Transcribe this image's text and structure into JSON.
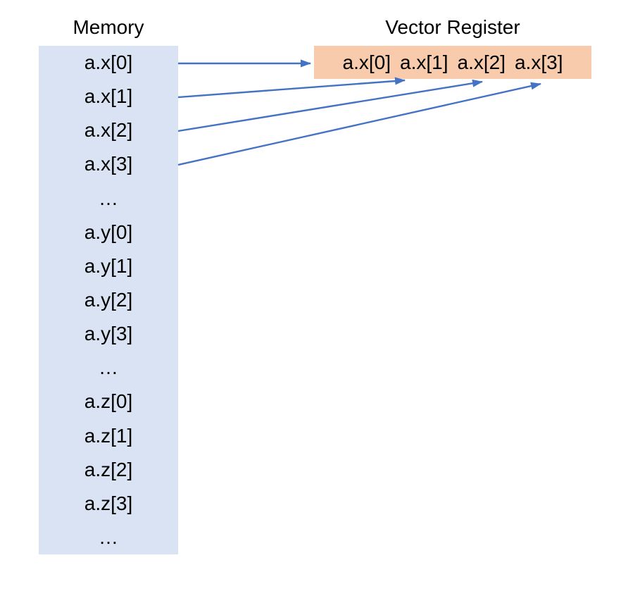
{
  "memory": {
    "title": "Memory",
    "cells": [
      "a.x[0]",
      "a.x[1]",
      "a.x[2]",
      "a.x[3]",
      "…",
      "a.y[0]",
      "a.y[1]",
      "a.y[2]",
      "a.y[3]",
      "…",
      "a.z[0]",
      "a.z[1]",
      "a.z[2]",
      "a.z[3]",
      "…"
    ]
  },
  "register": {
    "title": "Vector Register",
    "cells": [
      "a.x[0]",
      "a.x[1]",
      "a.x[2]",
      "a.x[3]"
    ]
  },
  "colors": {
    "memory-fill": "#dae3f3",
    "register-fill": "#f8cbad",
    "arrow": "#4472c4",
    "text": "#000000",
    "background": "#ffffff"
  }
}
